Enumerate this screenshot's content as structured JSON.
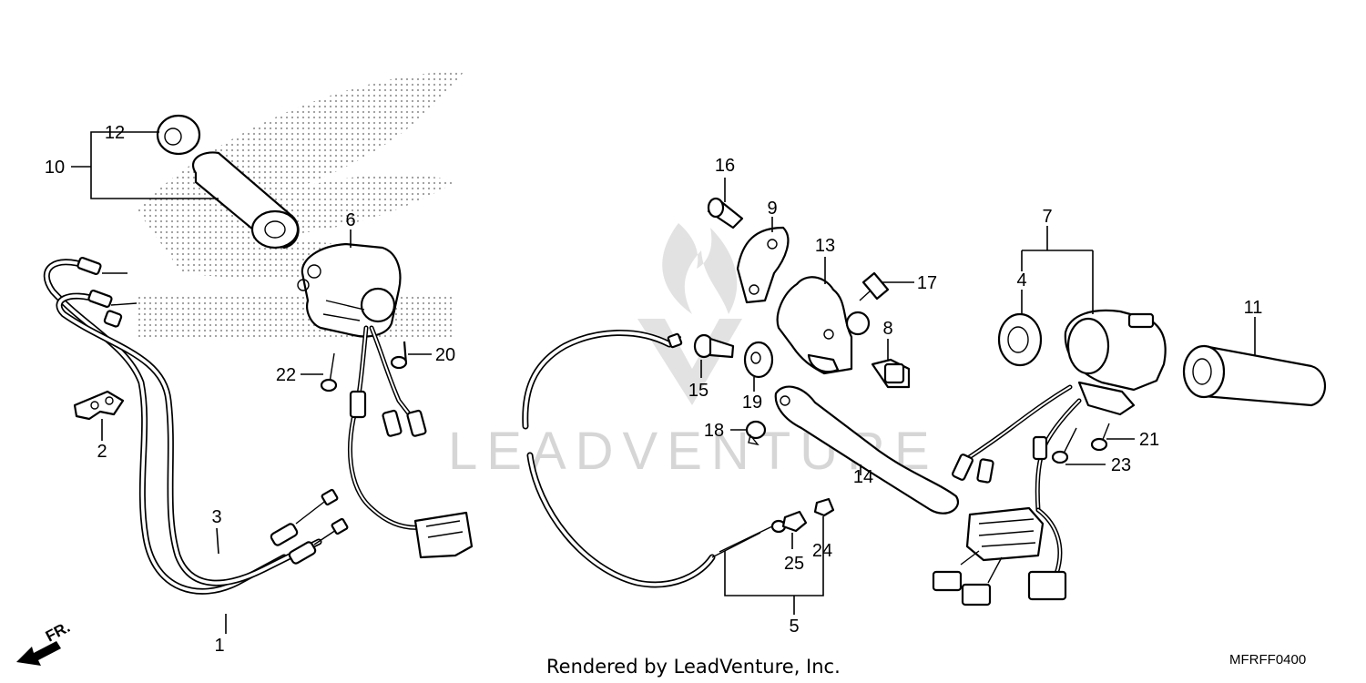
{
  "labels": {
    "p1": "1",
    "p2": "2",
    "p3": "3",
    "p4": "4",
    "p5": "5",
    "p6": "6",
    "p7": "7",
    "p8": "8",
    "p9": "9",
    "p10": "10",
    "p11": "11",
    "p12": "12",
    "p13": "13",
    "p14": "14",
    "p15": "15",
    "p16": "16",
    "p17": "17",
    "p18": "18",
    "p19": "19",
    "p20": "20",
    "p21": "21",
    "p22": "22",
    "p23": "23",
    "p24": "24",
    "p25": "25"
  },
  "footer": {
    "credit": "Rendered by LeadVenture, Inc.",
    "diagram_code": "MFRFF0400"
  },
  "direction": {
    "text": "FR."
  },
  "watermark": {
    "text": "LEADVENTURE"
  },
  "icons": {
    "direction": "front-arrow-icon",
    "logo": "wing-logo-icon"
  }
}
